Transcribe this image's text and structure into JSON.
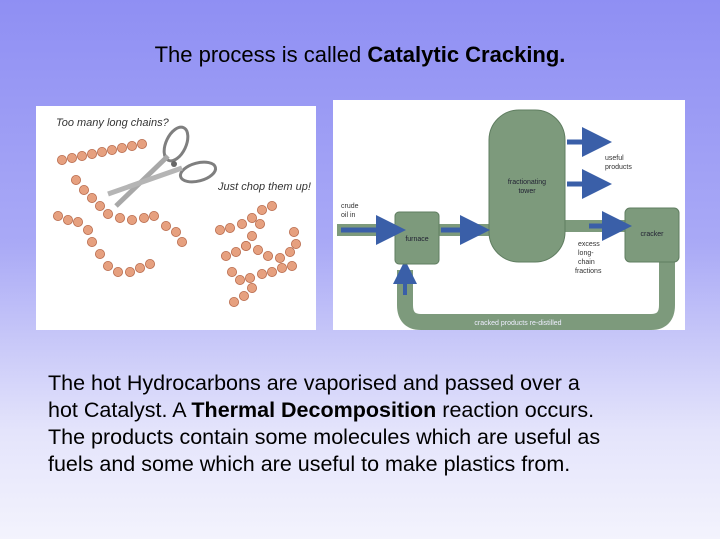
{
  "slide": {
    "title_prefix": "The process is called ",
    "title_bold": "Catalytic Cracking."
  },
  "left_illustration": {
    "caption_top": "Too many long chains?",
    "caption_right": "Just chop them up!",
    "colors": {
      "bead": "#e6a07f",
      "bead_outline": "#b86a4c",
      "scissors": "#9a9a9a"
    },
    "icons": [
      "scissors-icon",
      "molecule-chain-icon"
    ]
  },
  "flow_diagram": {
    "input_label": [
      "crude",
      "oil in"
    ],
    "furnace_label": "furnace",
    "tower_label": [
      "fractionating",
      "tower"
    ],
    "useful_label": [
      "useful",
      "products"
    ],
    "cracker_label": "cracker",
    "excess_label": [
      "excess",
      "long-",
      "chain",
      "fractions"
    ],
    "return_label": "cracked products re-distilled",
    "colors": {
      "unit": "#7d9a7c",
      "unit_dark": "#5f7d60",
      "arrow": "#3a5fa8"
    }
  },
  "description": {
    "line1": "The hot Hydrocarbons are vaporised and passed over a",
    "line2_before": "hot Catalyst. A ",
    "line2_bold": "Thermal Decomposition",
    "line2_after": " reaction occurs.",
    "line3": "The products contain some molecules which are useful as",
    "line4": "fuels and some which are useful to make plastics from."
  }
}
